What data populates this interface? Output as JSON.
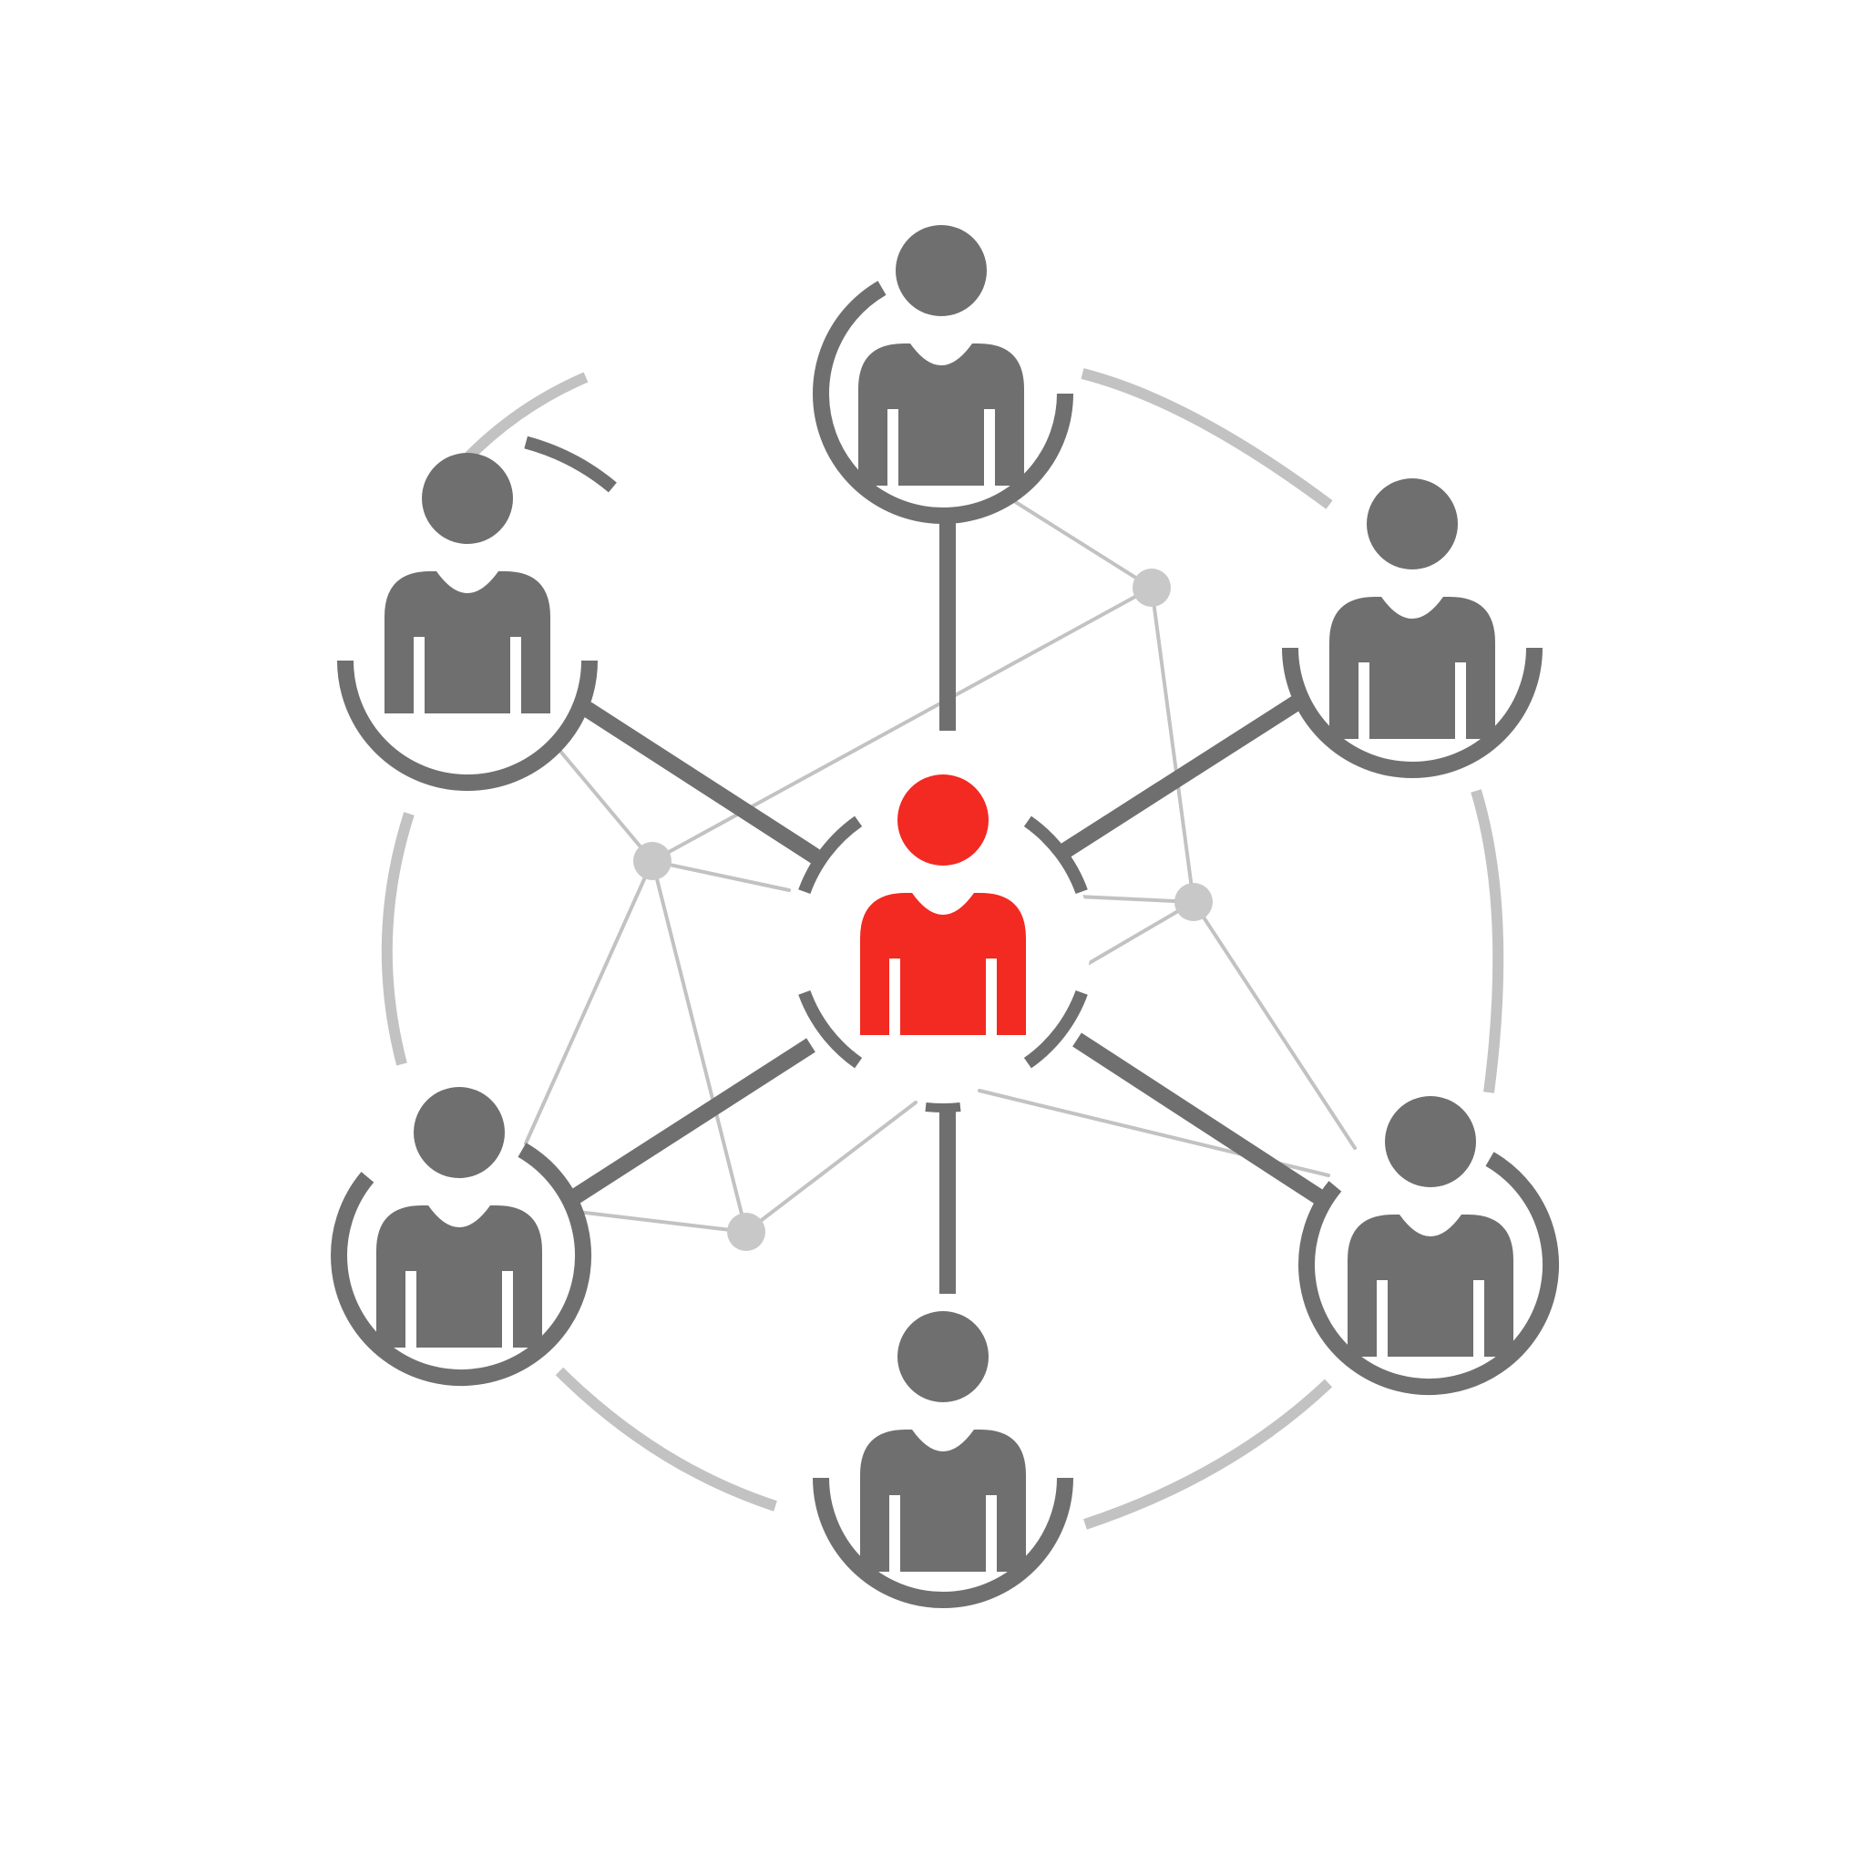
{
  "colors": {
    "background": "#ffffff",
    "node": "#6f6f6f",
    "center_node": "#f22a22",
    "thick_link": "#6f6f6f",
    "thin_link": "#c2c2c2",
    "outer_arc": "#c2c2c2",
    "junction": "#c8c8c8"
  },
  "diagram": {
    "center": {
      "name": "central-person",
      "icon": "person-icon",
      "highlighted": true
    },
    "people": [
      {
        "name": "person-top",
        "icon": "person-icon"
      },
      {
        "name": "person-upper-left",
        "icon": "person-icon"
      },
      {
        "name": "person-upper-right",
        "icon": "person-icon"
      },
      {
        "name": "person-lower-left",
        "icon": "person-icon"
      },
      {
        "name": "person-lower-right",
        "icon": "person-icon"
      },
      {
        "name": "person-bottom",
        "icon": "person-icon"
      }
    ],
    "hubs": [
      {
        "name": "junction-node-upper-right"
      },
      {
        "name": "junction-node-left"
      },
      {
        "name": "junction-node-right"
      },
      {
        "name": "junction-node-lower-left"
      }
    ]
  }
}
